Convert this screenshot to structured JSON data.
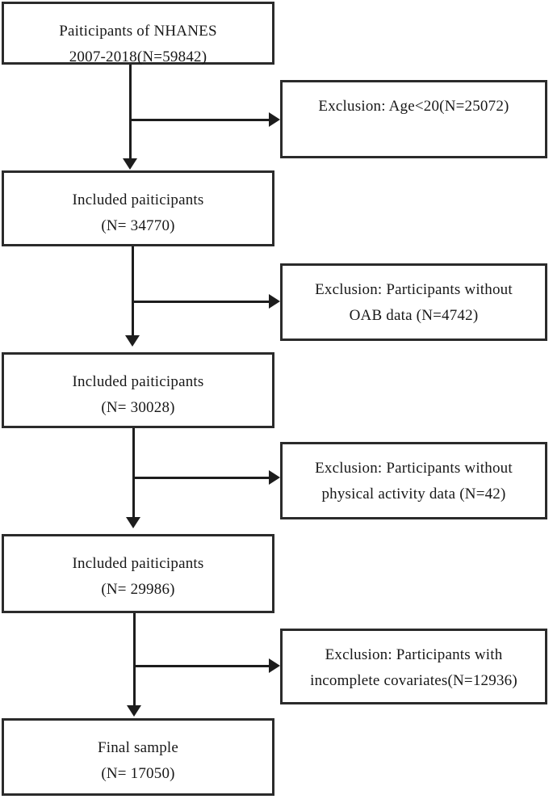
{
  "diagram": {
    "type": "flowchart",
    "title": "NHANES participant selection flow diagram",
    "orientation": "top-to-bottom with right-side exclusion branches",
    "colors": {
      "box_border": "#2b2b2b",
      "connector": "#1d1d1d",
      "text": "#181818",
      "background": "#ffffff"
    }
  },
  "main_nodes": [
    {
      "id": "source-population",
      "line1": "Paiticipants of NHANES",
      "line2": "2007-2018(N=59842)",
      "n": 59842
    },
    {
      "id": "included-after-age",
      "line1": "Included paiticipants",
      "line2": "(N= 34770)",
      "n": 34770
    },
    {
      "id": "included-after-oab",
      "line1": "Included paiticipants",
      "line2": "(N= 30028)",
      "n": 30028
    },
    {
      "id": "included-after-pa",
      "line1": "Included paiticipants",
      "line2": "(N= 29986)",
      "n": 29986
    },
    {
      "id": "final-sample",
      "line1": "Final sample",
      "line2": "(N= 17050)",
      "n": 17050
    }
  ],
  "exclusion_nodes": [
    {
      "id": "exclusion-age",
      "line1": "Exclusion: Age<20(N=25072)",
      "line2": "",
      "n": 25072
    },
    {
      "id": "exclusion-oab",
      "line1": "Exclusion: Participants without",
      "line2": "OAB data (N=4742)",
      "n": 4742
    },
    {
      "id": "exclusion-physical-activity",
      "line1": "Exclusion: Participants without",
      "line2": "physical activity data (N=42)",
      "n": 42
    },
    {
      "id": "exclusion-covariates",
      "line1": "Exclusion: Participants with",
      "line2": "incomplete covariates(N=12936)",
      "n": 12936
    }
  ]
}
